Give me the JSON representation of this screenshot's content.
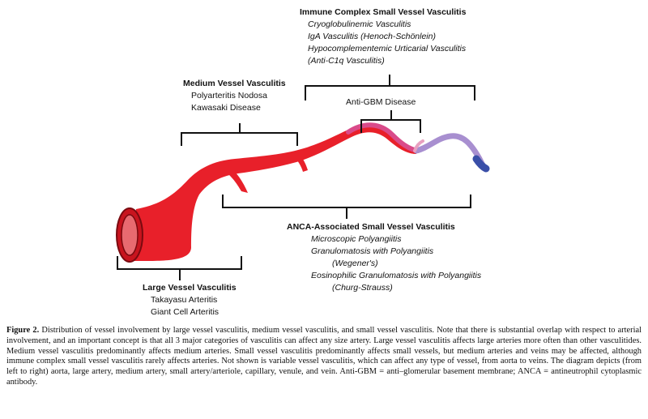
{
  "immune_complex": {
    "title": "Immune Complex  Small Vessel Vasculitis",
    "items": [
      "Cryoglobulinemic Vasculitis",
      "IgA Vasculitis (Henoch-Schönlein)",
      "Hypocomplementemic Urticarial Vasculitis",
      "(Anti-C1q Vasculitis)"
    ]
  },
  "medium_vessel": {
    "title": "Medium Vessel Vasculitis",
    "items": [
      "Polyarteritis Nodosa",
      "Kawasaki Disease"
    ]
  },
  "anti_gbm": {
    "label": "Anti-GBM Disease"
  },
  "anca": {
    "title": "ANCA-Associated Small Vessel Vasculitis",
    "items": [
      "Microscopic Polyangiitis",
      "Granulomatosis with Polyangiitis",
      "(Wegener's)",
      "Eosinophilic Granulomatosis with Polyangiitis",
      "(Churg-Strauss)"
    ]
  },
  "large_vessel": {
    "title": "Large Vessel Vasculitis",
    "items": [
      "Takayasu Arteritis",
      "Giant Cell Arteritis"
    ]
  },
  "caption": {
    "label": "Figure 2.",
    "text": " Distribution of vessel involvement by large vessel vasculitis, medium vessel vasculitis, and small vessel vasculitis. Note that there is substantial overlap with respect to arterial involvement, and an important concept is that all 3 major categories of vasculitis can affect any size artery. Large vessel vasculitis affects large arteries more often than other vasculitides. Medium vessel vasculitis predominantly affects medium arteries. Small vessel vasculitis predominantly affects small vessels, but medium arteries and veins may be affected, although immune complex small vessel vasculitis rarely affects arteries. Not shown is variable vessel vasculitis, which can affect any type of vessel, from aorta to veins. The diagram depicts (from left to right) aorta, large artery, medium artery, small artery/arteriole, capillary, venule, and vein. Anti-GBM = anti–glomerular basement membrane; ANCA = antineutrophil cytoplasmic antibody."
  },
  "colors": {
    "artery": "#e8202a",
    "artery_dark": "#b0141c",
    "lumen": "#e86a70",
    "capillary": "#d94b8a",
    "vein": "#9a86c8",
    "vein_dark": "#3a4fa8",
    "bracket": "#111111"
  }
}
